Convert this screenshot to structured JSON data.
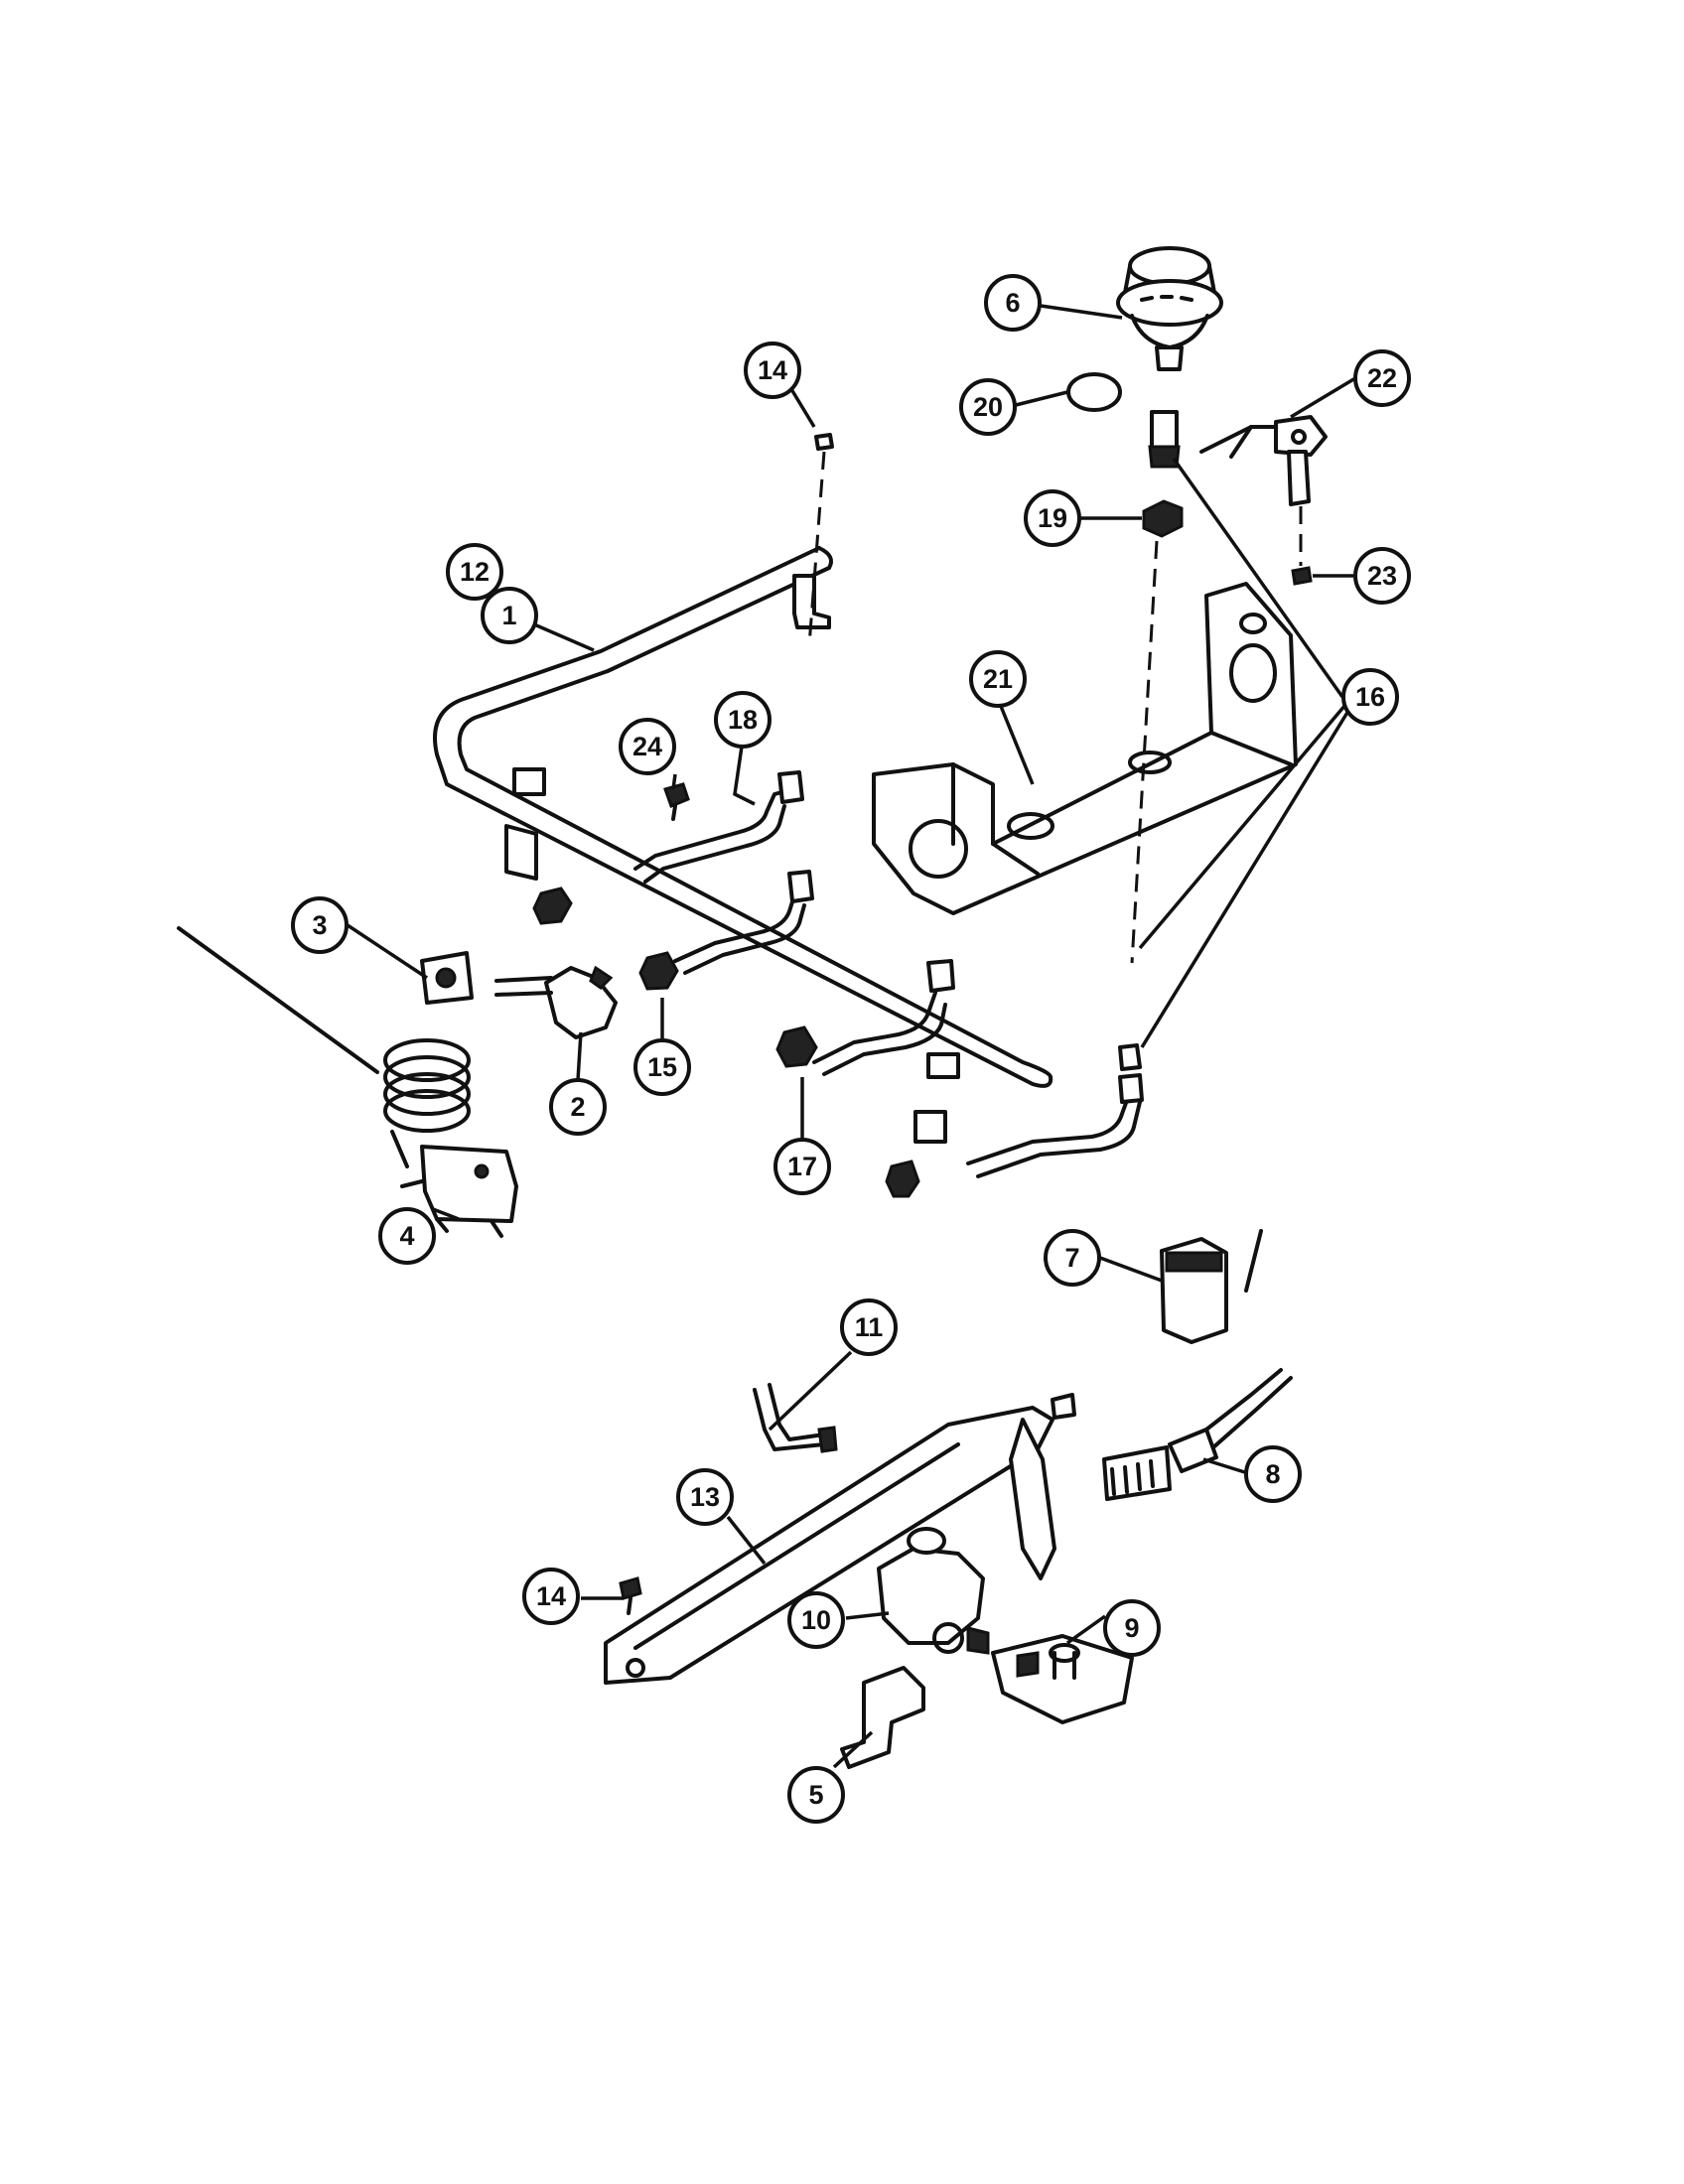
{
  "diagram": {
    "callouts": [
      {
        "id": "c1",
        "label": "1"
      },
      {
        "id": "c12",
        "label": "12"
      },
      {
        "id": "c14a",
        "label": "14"
      },
      {
        "id": "c6",
        "label": "6"
      },
      {
        "id": "c20",
        "label": "20"
      },
      {
        "id": "c22",
        "label": "22"
      },
      {
        "id": "c19",
        "label": "19"
      },
      {
        "id": "c23",
        "label": "23"
      },
      {
        "id": "c16",
        "label": "16"
      },
      {
        "id": "c21",
        "label": "21"
      },
      {
        "id": "c24",
        "label": "24"
      },
      {
        "id": "c18",
        "label": "18"
      },
      {
        "id": "c3",
        "label": "3"
      },
      {
        "id": "c2",
        "label": "2"
      },
      {
        "id": "c15",
        "label": "15"
      },
      {
        "id": "c17",
        "label": "17"
      },
      {
        "id": "c4",
        "label": "4"
      },
      {
        "id": "c7",
        "label": "7"
      },
      {
        "id": "c11",
        "label": "11"
      },
      {
        "id": "c8",
        "label": "8"
      },
      {
        "id": "c13",
        "label": "13"
      },
      {
        "id": "c14b",
        "label": "14"
      },
      {
        "id": "c10",
        "label": "10"
      },
      {
        "id": "c9",
        "label": "9"
      },
      {
        "id": "c5",
        "label": "5"
      }
    ]
  }
}
